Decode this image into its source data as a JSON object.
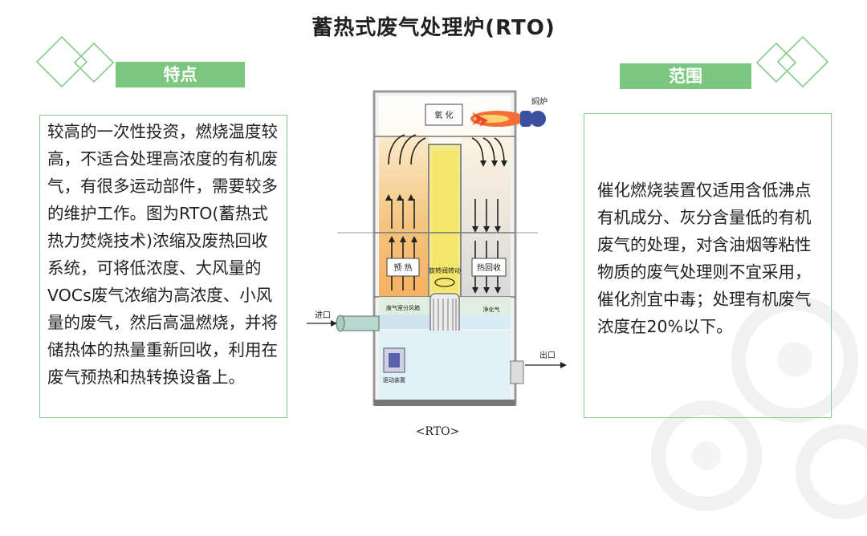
{
  "title": "蓄热式废气处理炉(RTO)",
  "left_tag": "特点",
  "right_tag": "范围",
  "left_text": "较高的一次性投资，燃烧温度较高，不适合处理高浓度的有机废气，有很多运动部件，需要较多的维护工作。图为RTO(蓄热式热力焚烧技术)浓缩及废热回收系统，可将低浓度、大风量的VOCs废气浓缩为高浓度、小风量的废气，然后高温燃烧，并将储热体的热量重新回收，利用在废气预热和热转换设备上。",
  "right_text": "催化燃烧装置仅适用含低沸点有机成分、灰分含量低的有机废气的处理，对含油烟等粘性物质的废气处理则不宜采用，催化剂宜中毒；处理有机废气浓度在20%以下。",
  "diagram": {
    "oxidation": "氧 化",
    "burner": "焖炉",
    "preheat": "预 热",
    "heat_recovery": "热回收",
    "rotor_drive": "旋转阀转动",
    "inlet_chamber": "废气室分风箱",
    "outlet_chamber": "净化气",
    "inlet": "进口",
    "outlet": "出口",
    "motor": "驱动装置"
  },
  "caption": "<RTO>",
  "colors": {
    "accent_green": "#7cc77f",
    "border_green": "#8cc98e"
  }
}
